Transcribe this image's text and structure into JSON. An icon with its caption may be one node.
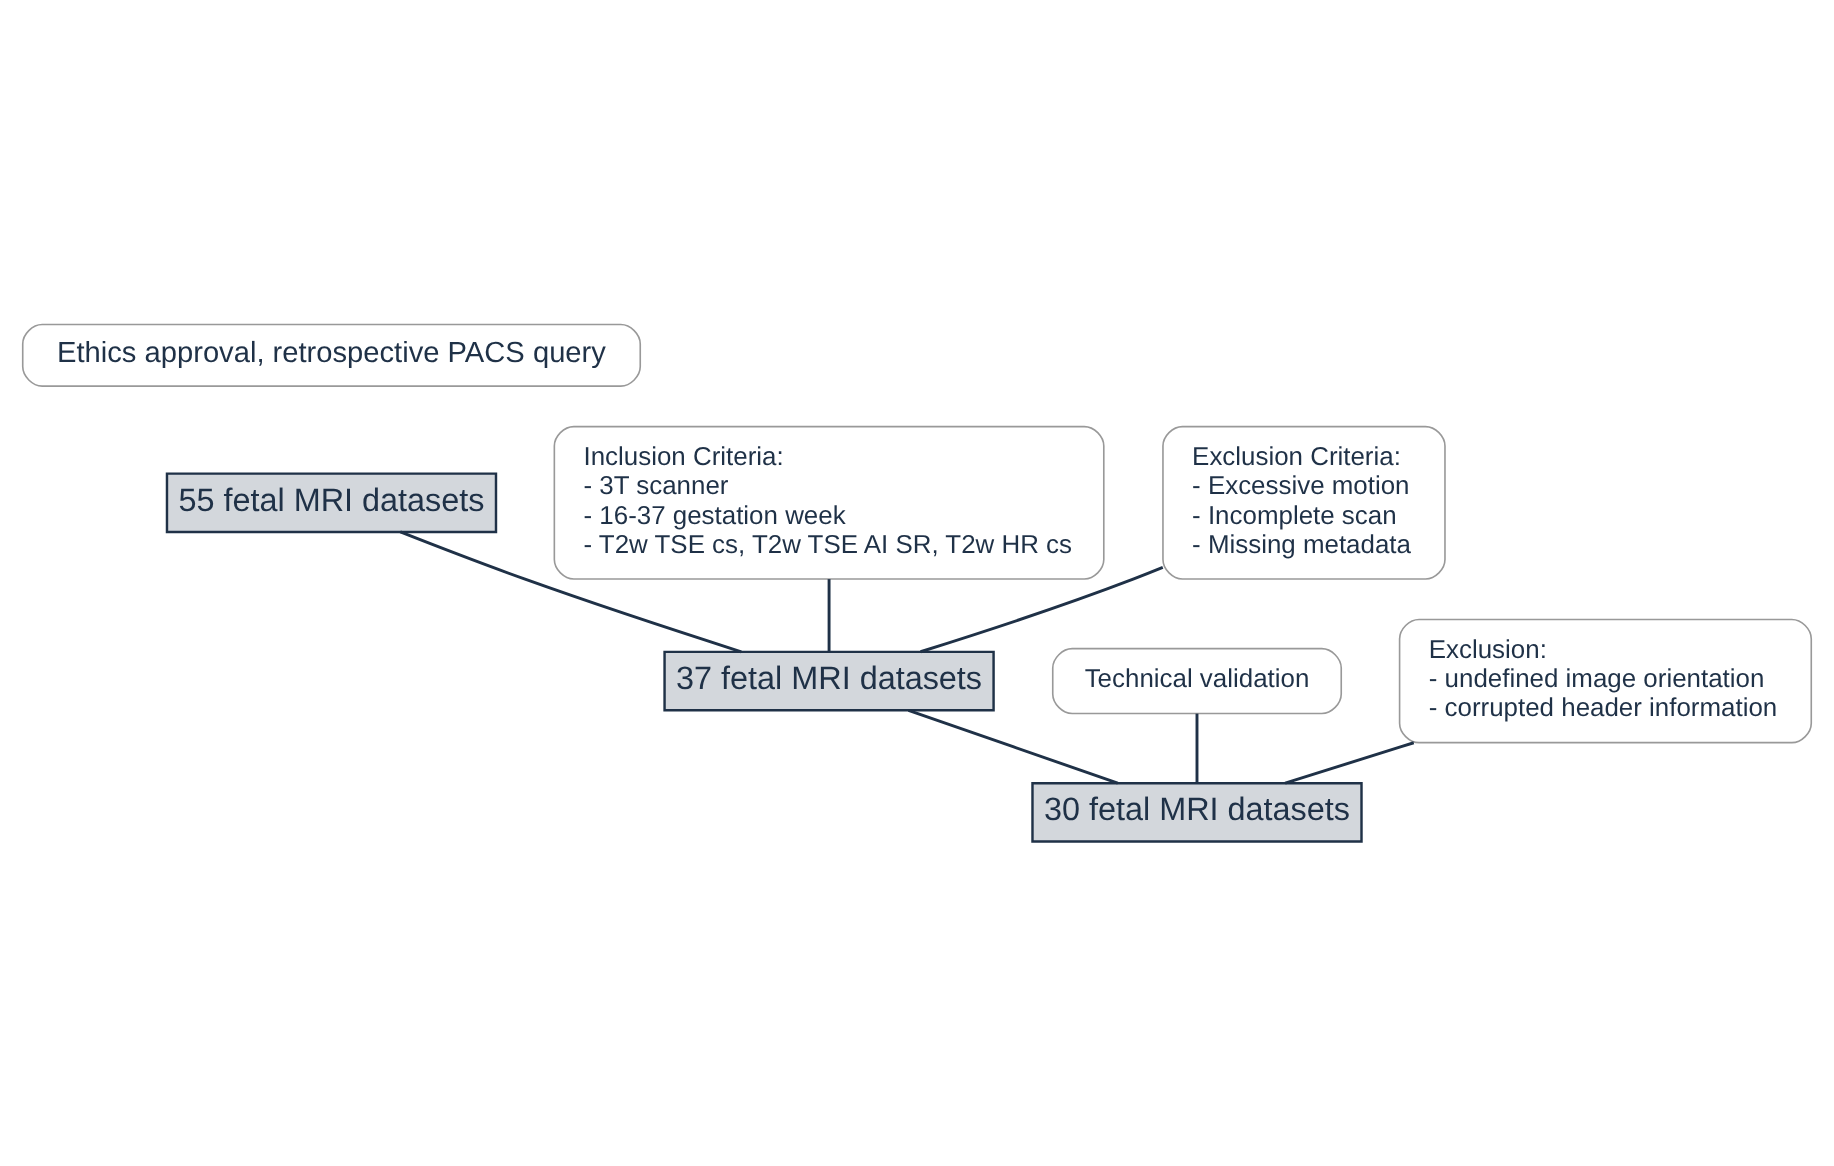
{
  "diagram": {
    "nodes": [
      {
        "text": [
          "Ethics approval, retrospective PACS query"
        ]
      },
      {
        "text": [
          "55 fetal MRI datasets"
        ]
      },
      {
        "text": [
          "Inclusion Criteria:",
          "- 3T scanner",
          "- 16-37 gestation week",
          "- T2w TSE cs, T2w TSE AI SR, T2w HR cs"
        ]
      },
      {
        "text": [
          "Exclusion Criteria:",
          "- Excessive motion",
          "- Incomplete scan",
          "- Missing metadata"
        ]
      },
      {
        "text": [
          "37 fetal MRI datasets"
        ]
      },
      {
        "text": [
          "Technical validation"
        ]
      },
      {
        "text": [
          "Exclusion:",
          "- undefined image orientation",
          "- corrupted header information"
        ]
      },
      {
        "text": [
          "30 fetal MRI datasets"
        ]
      }
    ],
    "edges": [
      {
        "from": 1,
        "to": 4,
        "arrow": "none"
      },
      {
        "from": 2,
        "to": 4,
        "arrow": "none"
      },
      {
        "from": 3,
        "to": 4,
        "arrow": "none"
      },
      {
        "from": 4,
        "to": 7,
        "arrow": "none"
      },
      {
        "from": 5,
        "to": 7,
        "arrow": "none"
      },
      {
        "from": 6,
        "to": 7,
        "arrow": "none"
      }
    ]
  }
}
